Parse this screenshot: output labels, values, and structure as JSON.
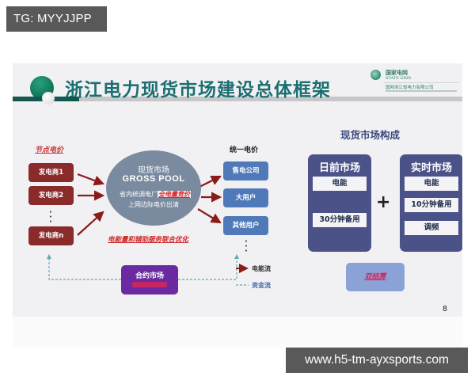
{
  "watermarks": {
    "top": "TG: MYYJJPP",
    "bottom": "www.h5-tm-ayxsports.com"
  },
  "slide": {
    "title": "浙江电力现货市场建设总体框架",
    "page_number": "8",
    "logo": {
      "brand_cn": "国家电网",
      "brand_en": "STATE GRID",
      "company": "国网浙江省电力有限公司"
    },
    "left": {
      "node_price_label": "节点电价",
      "generators": [
        "发电商1",
        "发电商2",
        "发电商n"
      ],
      "pool": {
        "line1": "现货市场",
        "line2": "GROSS POOL",
        "line3_prefix": "省内统调电厂",
        "line3_highlight": "全电量竞价",
        "line4": "上网边际电价出清"
      },
      "cooptimization": "电能量和辅助服务联合优化",
      "unified_price_label": "统一电价",
      "users": [
        "售电公司",
        "大用户",
        "其他用户"
      ],
      "contract_market": "合约市场",
      "legend": {
        "energy_flow": "电能流",
        "money_flow": "资金流"
      }
    },
    "right": {
      "title": "现货市场构成",
      "day_ahead": {
        "title": "日前市场",
        "items": [
          "电能",
          "30分钟备用"
        ]
      },
      "plus": "+",
      "real_time": {
        "title": "实时市场",
        "items": [
          "电能",
          "10分钟备用",
          "调频"
        ]
      },
      "dual_settlement": "双结算"
    },
    "colors": {
      "title": "#1b6f70",
      "generator": "#8b2a2a",
      "pool": "#7a8a9f",
      "user": "#4f79b8",
      "contract": "#6b2aa0",
      "market_box": "#4a5288",
      "dual_box": "#8aa2d6",
      "highlight_red": "#d02a2a",
      "arrow": "#8b1a1a",
      "money_flow": "#6aa6b0"
    }
  }
}
